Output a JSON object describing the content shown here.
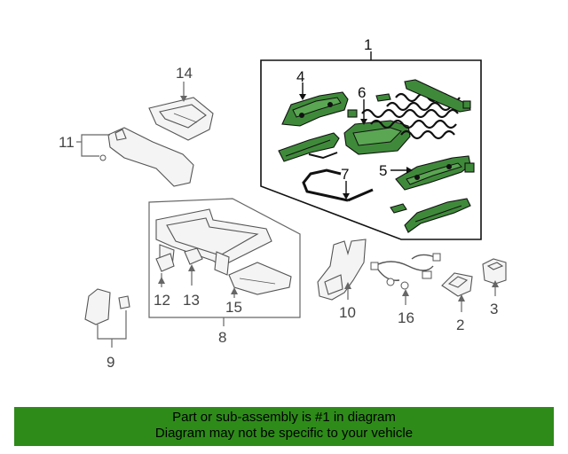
{
  "callouts": {
    "c1": "1",
    "c2": "2",
    "c3": "3",
    "c4": "4",
    "c5": "5",
    "c6": "6",
    "c7": "7",
    "c8": "8",
    "c9": "9",
    "c10": "10",
    "c11": "11",
    "c12": "12",
    "c13": "13",
    "c14": "14",
    "c15": "15",
    "c16": "16"
  },
  "footer": {
    "line1": "Part or sub-assembly is #1 in diagram",
    "line2": "Diagram may not be specific to your vehicle"
  },
  "colors": {
    "highlight_parts": "#3f8a3a",
    "footer_bar": "#2e8b19"
  }
}
